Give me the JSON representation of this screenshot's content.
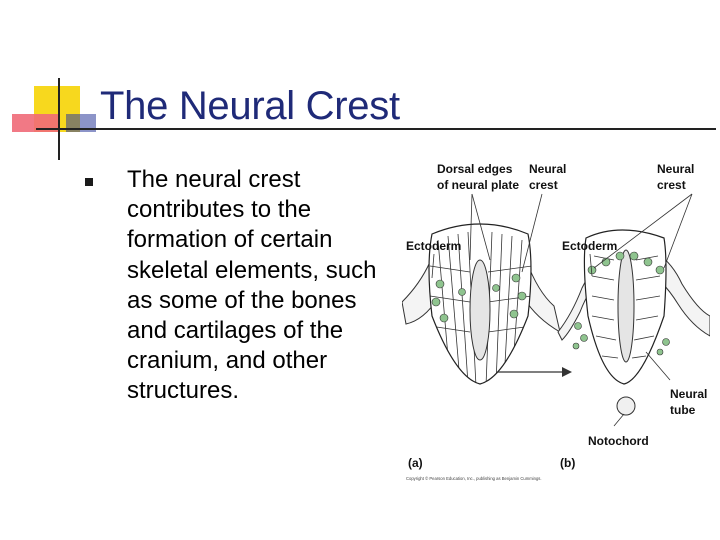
{
  "slide": {
    "title": "The Neural Crest",
    "bullet_icon": "square-bullet-icon",
    "bullet_text": "The neural crest contributes to the formation of certain skeletal elements, such as some of the bones and cartilages of the cranium, and other structures."
  },
  "figure": {
    "labels": {
      "dorsal_edges_line1": "Dorsal edges",
      "dorsal_edges_line2": "of neural plate",
      "neural_crest_a_line1": "Neural",
      "neural_crest_a_line2": "crest",
      "neural_crest_b_line1": "Neural",
      "neural_crest_b_line2": "crest",
      "ectoderm_a": "Ectoderm",
      "ectoderm_b": "Ectoderm",
      "neural_tube_line1": "Neural",
      "neural_tube_line2": "tube",
      "notochord": "Notochord",
      "panel_a": "(a)",
      "panel_b": "(b)",
      "copyright": "Copyright © Pearson Education, Inc., publishing as Benjamin Cummings."
    }
  },
  "colors": {
    "title": "#1f2a78",
    "deco_yellow": "#f7d81e",
    "deco_red": "#f06a78",
    "deco_blue": "#2d3c9a",
    "crest_green": "#8fc48f"
  }
}
